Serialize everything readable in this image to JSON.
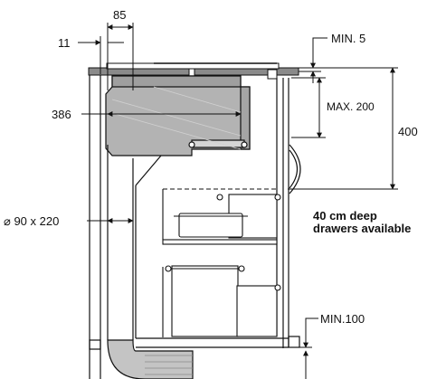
{
  "dimensions": {
    "hob_offset": "11",
    "vent_width": "85",
    "unit_width": "386",
    "duct": "⌀ 90 x 220",
    "worktop_clearance": "MIN. 5",
    "max_depth": "MAX. 200",
    "cabinet_height": "400",
    "plinth_clearance": "MIN.100"
  },
  "notes": {
    "drawers_line1": "40 cm deep",
    "drawers_line2": "drawers available"
  },
  "colors": {
    "line": "#111111",
    "unit_fill": "#b3b3b3",
    "unit_dark": "#8c8c8c",
    "worktop": "#8a8a8a",
    "duct_fill": "#c4c4c4",
    "pot_fill": "#ffffff"
  }
}
